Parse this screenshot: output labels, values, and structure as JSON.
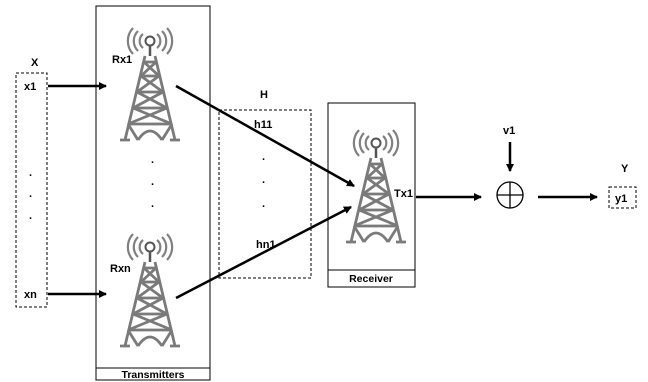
{
  "input_vector": {
    "label": "X",
    "top_entry": "x1",
    "bottom_entry": "xn",
    "dots": ".",
    "style": "dashed-box"
  },
  "transmitters": {
    "title": "Transmitters",
    "top_antenna_label": "Rx1",
    "bottom_antenna_label": "Rxn",
    "dots": ".",
    "icon": "radio-tower-icon"
  },
  "channel": {
    "label": "H",
    "top_edge_label": "h11",
    "bottom_edge_label": "hn1",
    "dots": ".",
    "style": "dashed-box"
  },
  "receiver": {
    "title": "Receiver",
    "antenna_label": "Tx1",
    "icon": "radio-tower-icon"
  },
  "noise": {
    "label": "v1",
    "adder_icon": "summation-circle-icon"
  },
  "output_vector": {
    "label": "Y",
    "entry": "y1",
    "style": "dashed-box"
  },
  "colors": {
    "stroke": "#000000",
    "tower_fill": "#808080",
    "background": "#ffffff"
  }
}
